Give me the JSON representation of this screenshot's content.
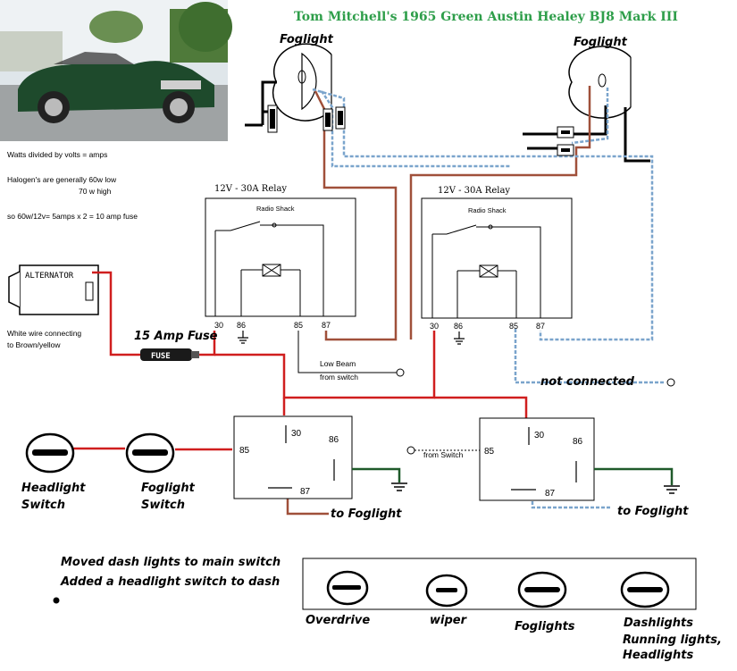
{
  "title": "Tom Mitchell's 1965 Green Austin Healey BJ8 Mark III",
  "foglights": {
    "left_label": "Foglight",
    "right_label": "Foglight"
  },
  "notes": {
    "line1": "Watts divided by volts = amps",
    "line2": "Halogen's are generally 60w low",
    "line3": "70 w high",
    "line4": "so 60w/12v= 5amps x 2 = 10 amp fuse"
  },
  "relays_top": {
    "left": {
      "title": "12V - 30A Relay",
      "sub": "Radio Shack",
      "pins": [
        "30",
        "86",
        "85",
        "87"
      ]
    },
    "right": {
      "title": "12V - 30A Relay",
      "sub": "Radio Shack",
      "pins": [
        "30",
        "86",
        "85",
        "87"
      ]
    }
  },
  "alternator": {
    "label": "ALTERNATOR",
    "note1": "White wire connecting",
    "note2": "to Brown/yellow"
  },
  "fuse": {
    "label": "15 Amp Fuse",
    "body_text": "FUSE"
  },
  "low_beam": {
    "line1": "Low Beam",
    "line2": "from switch"
  },
  "not_connected": "not connected",
  "relays_bottom": {
    "left": {
      "pins": [
        "85",
        "30",
        "86",
        "87"
      ]
    },
    "right": {
      "pins": [
        "85",
        "30",
        "86",
        "87"
      ]
    }
  },
  "from_switch": "from Switch",
  "to_foglight_left": "to Foglight",
  "to_foglight_right": "to Foglight",
  "switches": {
    "headlight": {
      "line1": "Headlight",
      "line2": "Switch"
    },
    "foglight": {
      "line1": "Foglight",
      "line2": "Switch"
    }
  },
  "bottom_notes": {
    "line1": "Moved dash lights to main switch",
    "line2": "Added a headlight switch to dash"
  },
  "dash": {
    "items": [
      {
        "label": "Overdrive"
      },
      {
        "label": "wiper"
      },
      {
        "label": "Foglights"
      },
      {
        "label": "Dashlights",
        "label2": "Running lights,",
        "label3": "Headlights"
      }
    ]
  },
  "colors": {
    "title_green": "#2e9e4a",
    "wire_red": "#d01e1e",
    "wire_brown": "#a0503a",
    "wire_blue": "#7aa4cc",
    "wire_green": "#1f5a2a",
    "car_body": "#1e4a2c"
  }
}
